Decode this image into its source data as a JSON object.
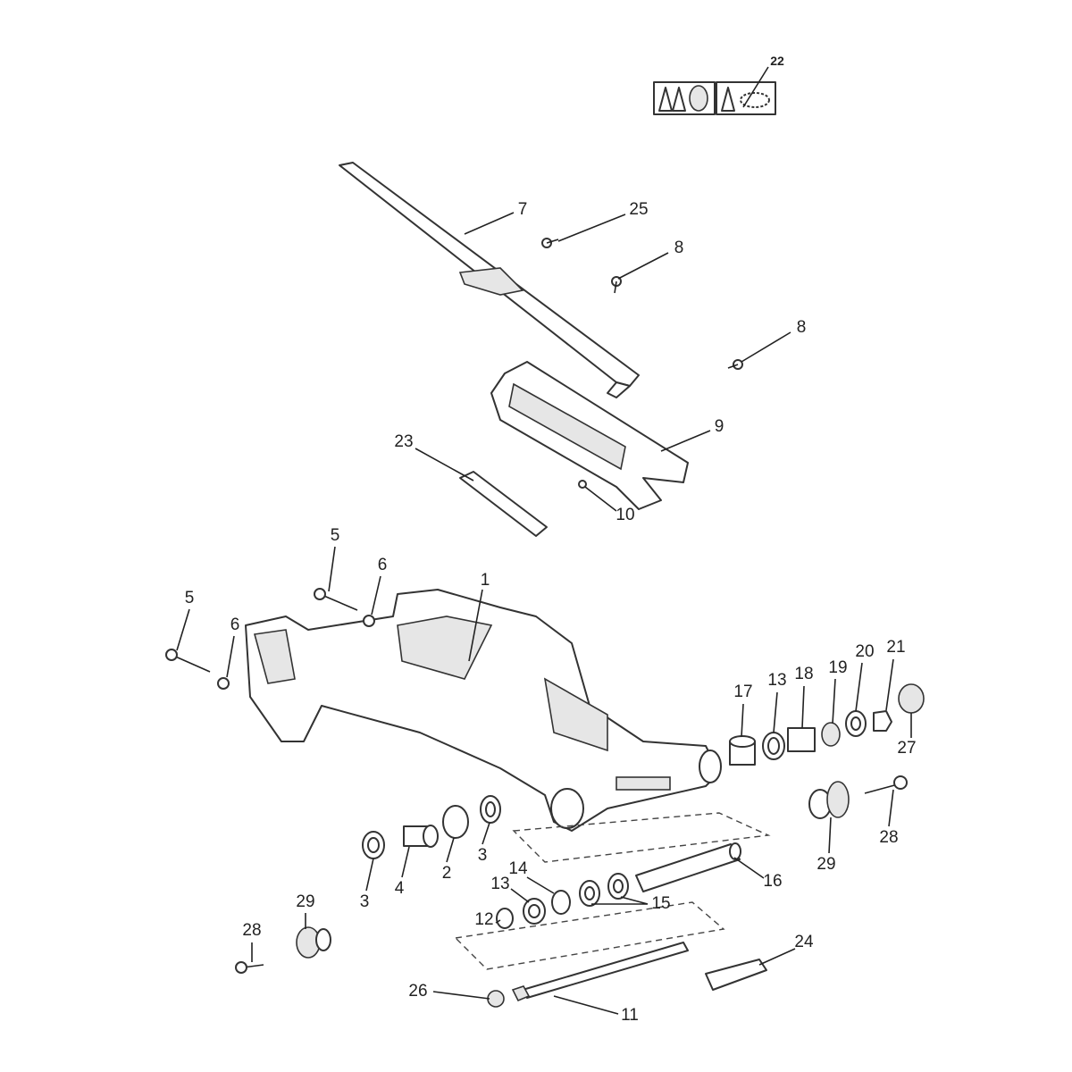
{
  "diagram": {
    "type": "exploded parts diagram",
    "callouts": [
      "22",
      "7",
      "25",
      "8",
      "8",
      "9",
      "23",
      "10",
      "5",
      "6",
      "1",
      "5",
      "6",
      "17",
      "13",
      "18",
      "19",
      "20",
      "21",
      "27",
      "28",
      "29",
      "3",
      "2",
      "4",
      "3",
      "16",
      "14",
      "13",
      "15",
      "12",
      "29",
      "28",
      "24",
      "26",
      "11"
    ]
  }
}
